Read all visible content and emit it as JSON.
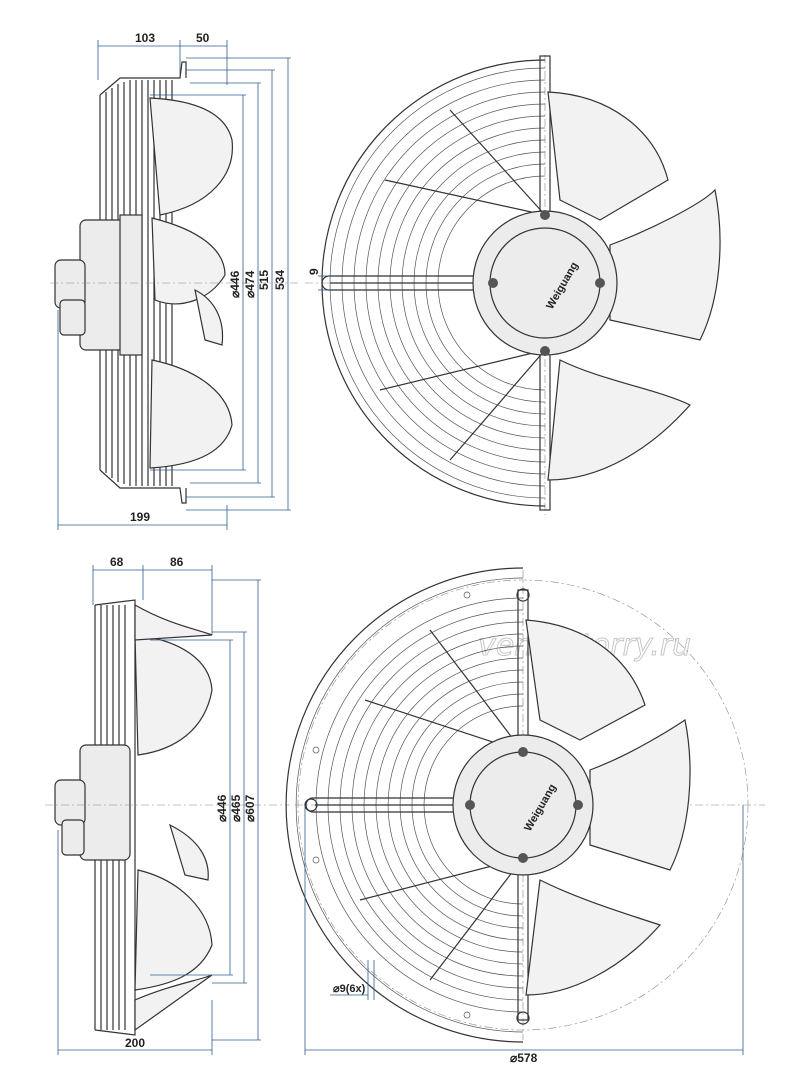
{
  "watermark": "ventilatorry.ru",
  "drawing1": {
    "side_view": {
      "dim_top_left": "103",
      "dim_top_right": "50",
      "dim_bottom": "199",
      "dia_446": "⌀446",
      "dia_474": "⌀474",
      "dia_515": "515",
      "dia_534": "534"
    },
    "front_view": {
      "dim_slot": "9",
      "logo": "Weiguang"
    }
  },
  "drawing2": {
    "side_view": {
      "dim_top_left": "68",
      "dim_top_right": "86",
      "dim_bottom": "200",
      "dia_446": "⌀446",
      "dia_465": "⌀465",
      "dia_607": "⌀607"
    },
    "front_view": {
      "dim_holes": "⌀9(6x)",
      "dim_diameter": "⌀578",
      "logo": "Weiguang"
    }
  },
  "colors": {
    "dimension": "#2f5f8f",
    "ink": "#333333",
    "paper": "#ffffff"
  }
}
